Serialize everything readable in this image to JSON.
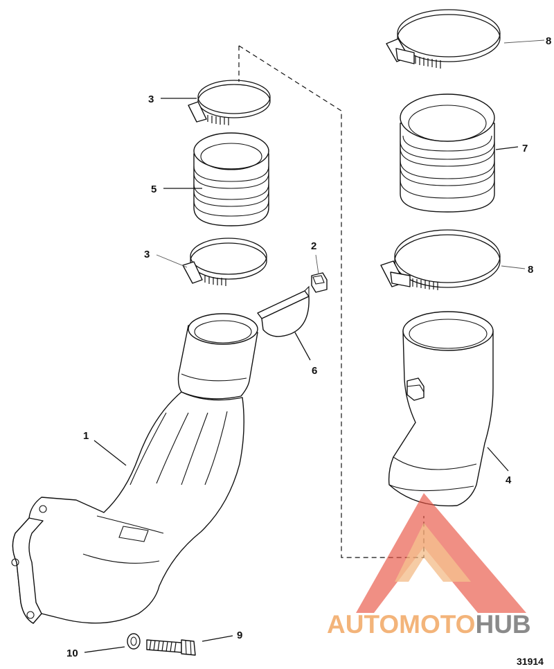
{
  "callouts": {
    "c1": "1",
    "c2": "2",
    "c3a": "3",
    "c3b": "3",
    "c4": "4",
    "c5": "5",
    "c6": "6",
    "c7": "7",
    "c8a": "8",
    "c8b": "8",
    "c9": "9",
    "c10": "10"
  },
  "watermark": {
    "part1": "AUTOMOTO",
    "part2": "HUB",
    "color_light": "#f3b47a",
    "color_red": "#e8503f",
    "color_gray": "#8a8a8a"
  },
  "figure_number": "31914"
}
